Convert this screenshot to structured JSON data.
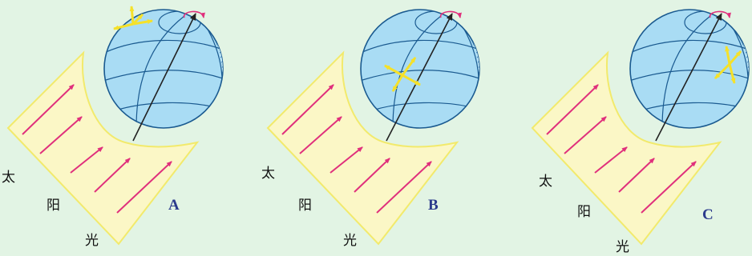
{
  "colors": {
    "background": "#e2f4e4",
    "sunlight_fill": "#fbf7c6",
    "sunlight_edge": "#f2ea6c",
    "sun_ray": "#e0307c",
    "globe_fill": "#a9dcf4",
    "globe_line": "#1a5a90",
    "night_hatch": "#2a6fb0",
    "axis": "#222222",
    "rotation_arrow": "#e0307c",
    "direction_cross": "#f5e12a",
    "panel_label": "#2b3a8c"
  },
  "panels": [
    {
      "label": "A",
      "sunlight_chars": [
        "太",
        "阳",
        "光"
      ],
      "icons": [
        "sun-ray-arrow-icon",
        "globe-icon",
        "earth-axis-arrow-icon",
        "rotation-arrow-icon",
        "direction-cross-icon"
      ]
    },
    {
      "label": "B",
      "sunlight_chars": [
        "太",
        "阳",
        "光"
      ],
      "icons": [
        "sun-ray-arrow-icon",
        "globe-icon",
        "earth-axis-arrow-icon",
        "rotation-arrow-icon",
        "direction-cross-icon"
      ]
    },
    {
      "label": "C",
      "sunlight_chars": [
        "太",
        "阳",
        "光"
      ],
      "icons": [
        "sun-ray-arrow-icon",
        "globe-icon",
        "earth-axis-arrow-icon",
        "rotation-arrow-icon",
        "direction-cross-icon"
      ]
    }
  ]
}
